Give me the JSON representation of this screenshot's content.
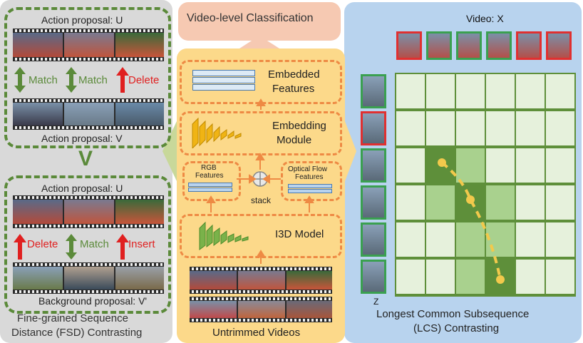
{
  "fsd": {
    "box1": {
      "top_label": "Action proposal: U",
      "bottom_label": "Action proposal: V",
      "ops": [
        {
          "label": "Match",
          "kind": "match"
        },
        {
          "label": "Match",
          "kind": "match"
        },
        {
          "label": "Delete",
          "kind": "delete"
        }
      ]
    },
    "v_symbol": "V",
    "box2": {
      "top_label": "Action proposal: U",
      "bottom_label": "Background proposal: V'",
      "ops": [
        {
          "label": "Delete",
          "kind": "delete"
        },
        {
          "label": "Match",
          "kind": "match"
        },
        {
          "label": "Insert",
          "kind": "insert"
        }
      ]
    },
    "caption_line1": "Fine-grained Sequence",
    "caption_line2": "Distance (FSD) Contrasting"
  },
  "pipeline": {
    "classification": "Video-level Classification",
    "embedded_line1": "Embedded",
    "embedded_line2": "Features",
    "embedding_line1": "Embedding",
    "embedding_line2": "Module",
    "rgb_line1": "RGB",
    "rgb_line2": "Features",
    "flow_line1": "Optical Flow",
    "flow_line2": "Features",
    "stack": "stack",
    "i3d": "I3D Model",
    "untrimmed": "Untrimmed Videos"
  },
  "lcs": {
    "video_label": "Video: X",
    "z_label": "Z",
    "caption_line1": "Longest Common Subsequence",
    "caption_line2": "(LCS) Contrasting",
    "x_frame_colors": [
      "red",
      "green",
      "green",
      "green",
      "red",
      "red"
    ],
    "z_frame_colors": [
      "green",
      "red",
      "green",
      "green",
      "green",
      "green"
    ],
    "highlight_dark": [
      [
        2,
        1
      ],
      [
        3,
        2
      ],
      [
        5,
        3
      ]
    ],
    "highlight_mid": [
      [
        2,
        2
      ],
      [
        3,
        1
      ],
      [
        3,
        3
      ],
      [
        4,
        2
      ],
      [
        4,
        3
      ],
      [
        5,
        2
      ]
    ],
    "colors": {
      "red": "#e03030",
      "green": "#3aa050",
      "cell_light": "#e6f1dc",
      "cell_mid": "#a9d18e",
      "cell_dark": "#5e8f3a",
      "path": "#f2c94c"
    }
  }
}
